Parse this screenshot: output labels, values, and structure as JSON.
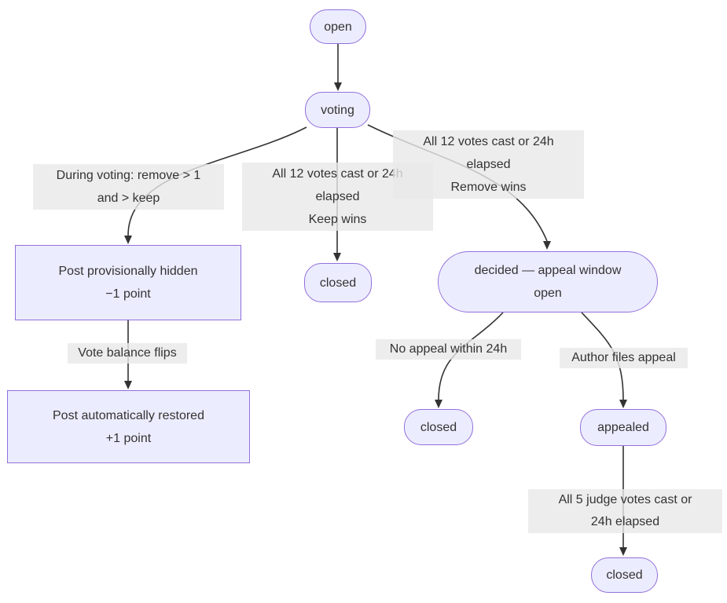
{
  "diagram": {
    "type": "state-flowchart",
    "colors": {
      "background": "#ffffff",
      "node_fill": "#ECECFF",
      "node_border": "#9370DB",
      "edge_color": "#333333",
      "edge_label_background": "rgba(232,232,232,0.8)",
      "text": "#333333"
    }
  },
  "nodes": {
    "open": {
      "label": "open"
    },
    "voting": {
      "label": "voting"
    },
    "closed_keep": {
      "label": "closed"
    },
    "decided": {
      "lines": [
        "decided — appeal window",
        "open"
      ]
    },
    "hidden": {
      "lines": [
        "Post provisionally hidden",
        "−1 point"
      ]
    },
    "restored": {
      "lines": [
        "Post automatically restored",
        "+1 point"
      ]
    },
    "closed_noappeal": {
      "label": "closed"
    },
    "appealed": {
      "label": "appealed"
    },
    "closed_final": {
      "label": "closed"
    }
  },
  "edge_labels": {
    "during_voting": {
      "lines": [
        "During voting: remove > 1",
        "and > keep"
      ]
    },
    "keep_wins": {
      "lines": [
        "All 12 votes cast or 24h",
        "elapsed",
        "Keep wins"
      ]
    },
    "remove_wins": {
      "lines": [
        "All 12 votes cast or 24h",
        "elapsed",
        "Remove wins"
      ]
    },
    "vote_balance": {
      "lines": [
        "Vote balance flips"
      ]
    },
    "no_appeal": {
      "lines": [
        "No appeal within 24h"
      ]
    },
    "author_appeal": {
      "lines": [
        "Author files appeal"
      ]
    },
    "judge_votes": {
      "lines": [
        "All 5 judge votes cast or",
        "24h elapsed"
      ]
    }
  }
}
